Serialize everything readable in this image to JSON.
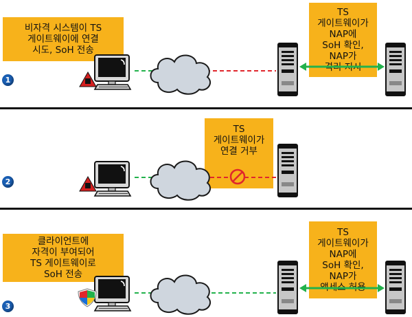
{
  "panel1": {
    "step": "1",
    "left_note": [
      "비자격 시스템이 TS",
      "게이트웨이에 연결",
      "시도, SoH 전송"
    ],
    "right_note": [
      "TS",
      "게이트웨이가",
      "NAP에",
      "SoH 확인,",
      "NAP가",
      "격리 지시"
    ]
  },
  "panel2": {
    "step": "2",
    "center_note": [
      "TS",
      "게이트웨이가",
      "연결 거부"
    ]
  },
  "panel3": {
    "step": "3",
    "left_note": [
      "클라이언트에",
      "자격이 부여되어",
      "TS 게이트웨이로",
      "SoH 전송"
    ],
    "right_note": [
      "TS",
      "게이트웨이가",
      "NAP에",
      "SoH 확인,",
      "NAP가",
      "액세스 허용"
    ]
  },
  "colors": {
    "note": "#f7b21b",
    "green_link": "#22b24c",
    "red_link": "#e0262c",
    "step": "#1a5fb4",
    "client_warning": "#d42020"
  },
  "icons": [
    "client-computer-icon",
    "network-cloud-icon",
    "server-tower-icon",
    "warning-triangle-icon",
    "no-entry-icon",
    "windows-shield-icon"
  ]
}
